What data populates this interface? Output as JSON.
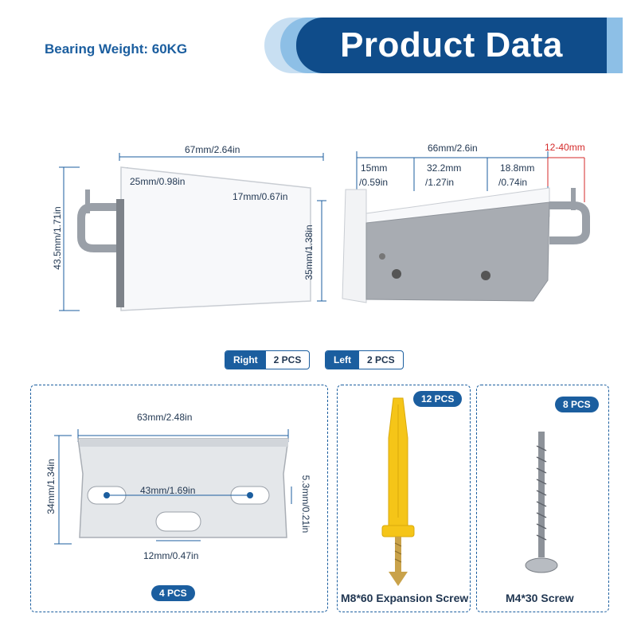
{
  "header": {
    "bearing_label": "Bearing Weight: 60KG",
    "title": "Product Data"
  },
  "bracket_dims": {
    "width": "67mm/2.64in",
    "top_depth": "25mm/0.98in",
    "step": "17mm/0.67in",
    "height": "43.5mm/1.71in",
    "front_height": "35mm/1.38in"
  },
  "left_bracket_dims": {
    "overall": "66mm/2.6in",
    "adjust_range": "12-40mm",
    "seg1": "15mm",
    "seg1_in": "/0.59in",
    "seg2": "32.2mm",
    "seg2_in": "/1.27in",
    "seg3": "18.8mm",
    "seg3_in": "/0.74in"
  },
  "quantities": {
    "right_label": "Right",
    "right_qty": "2 PCS",
    "left_label": "Left",
    "left_qty": "2 PCS"
  },
  "plate": {
    "width": "63mm/2.48in",
    "height": "34mm/1.34in",
    "hole_spacing": "43mm/1.69in",
    "slot_height": "5.3mm/0.21in",
    "slot_width": "12mm/0.47in",
    "qty": "4 PCS"
  },
  "anchor": {
    "qty": "12 PCS",
    "caption": "M8*60 Expansion Screw"
  },
  "screw": {
    "qty": "8 PCS",
    "caption": "M4*30 Screw"
  },
  "colors": {
    "brand_blue": "#0f4c8a",
    "accent_blue": "#1b5e9f",
    "red": "#d42a2a",
    "anchor_yellow": "#f5c518"
  }
}
